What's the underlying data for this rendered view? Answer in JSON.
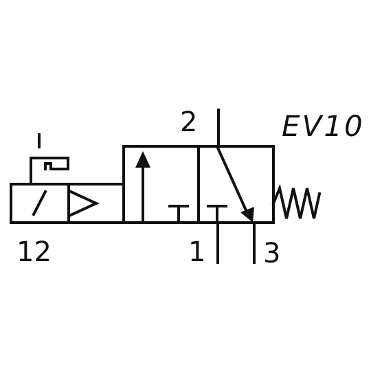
{
  "symbol": {
    "tag": "EV10",
    "ports": {
      "supply": "1",
      "outlet": "2",
      "exhaust": "3",
      "pilot": "12"
    }
  },
  "colors": {
    "line": "#111111",
    "background": "#ffffff"
  }
}
